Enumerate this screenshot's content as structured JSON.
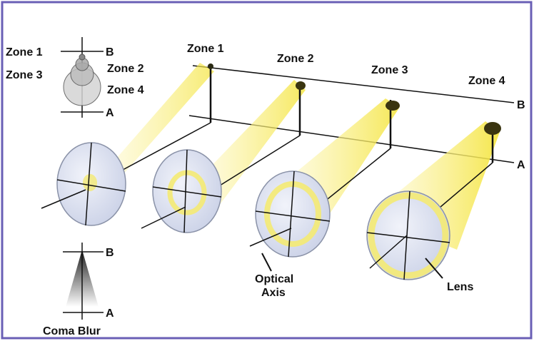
{
  "legend_top": {
    "zone1": "Zone 1",
    "zone2": "Zone 2",
    "zone3": "Zone 3",
    "zone4": "Zone 4",
    "b": "B",
    "a": "A"
  },
  "zones": [
    {
      "label": "Zone 1"
    },
    {
      "label": "Zone 2"
    },
    {
      "label": "Zone 3"
    },
    {
      "label": "Zone 4"
    }
  ],
  "plane_labels": {
    "b": "B",
    "a": "A"
  },
  "bottom_legend": {
    "b": "B",
    "a": "A",
    "caption": "Coma Blur"
  },
  "callouts": {
    "optical_axis_line1": "Optical",
    "optical_axis_line2": "Axis",
    "lens": "Lens"
  },
  "colors": {
    "frame": "#6a5fb5",
    "lens_fill": "#dde3f2",
    "beam": "#f2e24a",
    "line": "#111111"
  }
}
